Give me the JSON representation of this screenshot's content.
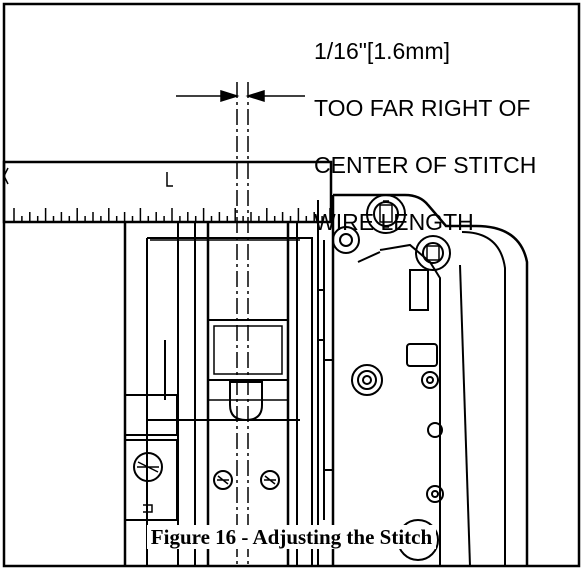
{
  "annotation": {
    "lines": [
      "1/16\"[1.6mm]",
      "TOO FAR RIGHT OF",
      "CENTER OF STITCH",
      "WIRE LENGTH"
    ]
  },
  "caption": "Figure 16 - Adjusting the Stitch",
  "colors": {
    "line": "#000000",
    "background": "#ffffff"
  }
}
